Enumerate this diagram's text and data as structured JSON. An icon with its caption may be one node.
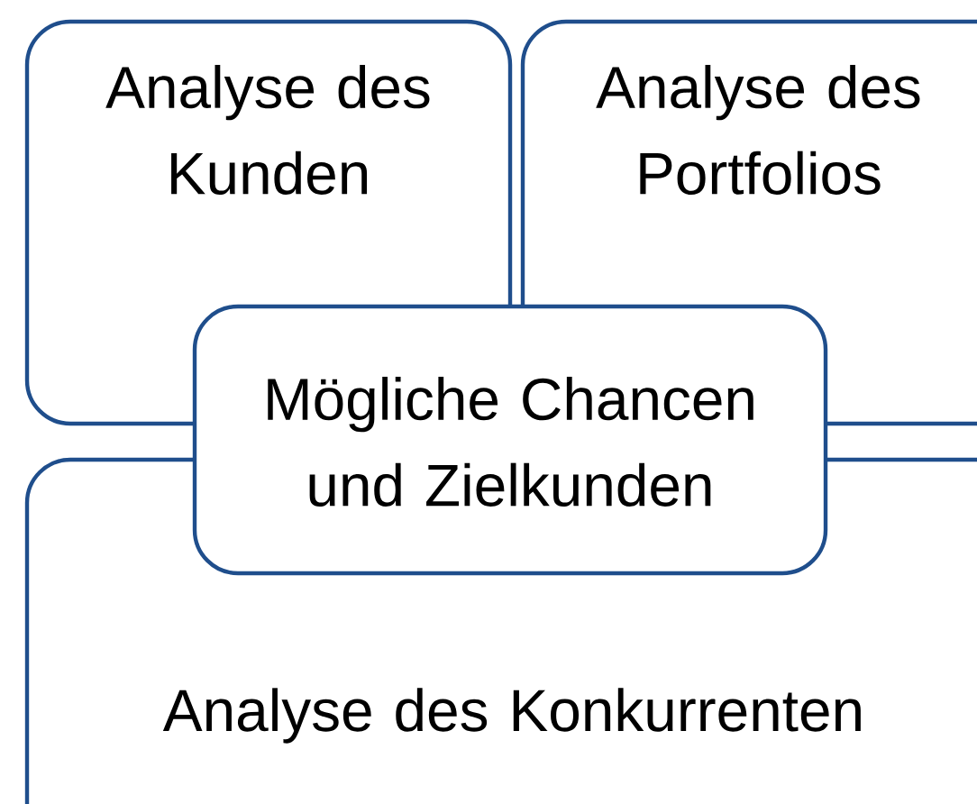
{
  "diagram": {
    "nodes": [
      {
        "text": [
          "Analyse des Kunden"
        ]
      },
      {
        "text": [
          "Analyse des Portfolios"
        ]
      },
      {
        "text": [
          "Analyse des Konkurrenten"
        ]
      },
      {
        "text": [
          "Mögliche Chancen und Zielkunden"
        ]
      }
    ]
  }
}
